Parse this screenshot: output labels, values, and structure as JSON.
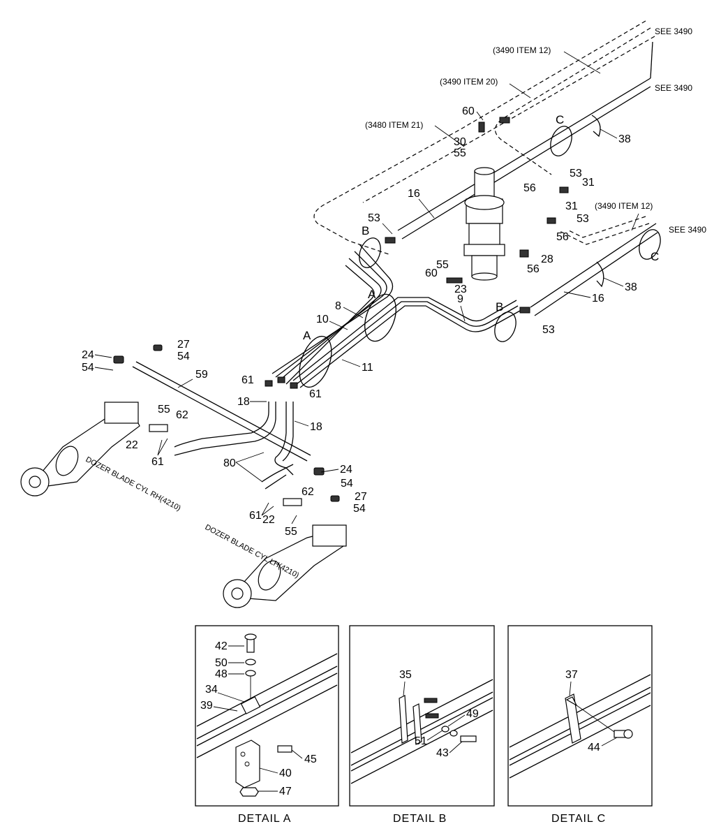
{
  "references": {
    "see_1": "SEE 3490",
    "see_2": "SEE 3490",
    "see_3": "SEE 3490",
    "item_12_top": "(3490 ITEM 12)",
    "item_20": "(3490 ITEM 20)",
    "item_21": "(3480 ITEM 21)",
    "item_12_right": "(3490 ITEM 12)"
  },
  "section_markers": {
    "A1": "A",
    "A2": "A",
    "B1": "B",
    "B2": "B",
    "C1": "C",
    "C2": "C"
  },
  "components": {
    "dozer_rh": "DOZER BLADE CYL RH(4210)",
    "dozer_lh": "DOZER BLADE CYL LH(4210)"
  },
  "callouts": {
    "c60a": "60",
    "c30": "30",
    "c55a": "55",
    "c38a": "38",
    "c53a": "53",
    "c31a": "31",
    "c56a": "56",
    "c16a": "16",
    "c53b": "53",
    "c31b": "31",
    "c53c": "53",
    "c56b": "56",
    "c28": "28",
    "c56c": "56",
    "c55b": "55",
    "c60b": "60",
    "c23": "23",
    "c38b": "38",
    "c16b": "16",
    "c8": "8",
    "c10": "10",
    "c9": "9",
    "c53d": "53",
    "c11": "11",
    "c24a": "24",
    "c27a": "27",
    "c54a": "54",
    "c54b": "54",
    "c59": "59",
    "c61a": "61",
    "c61b": "61",
    "c18a": "18",
    "c18b": "18",
    "c55c": "55",
    "c62a": "62",
    "c22a": "22",
    "c61c": "61",
    "c80": "80",
    "c24b": "24",
    "c54c": "54",
    "c62b": "62",
    "c27b": "27",
    "c54d": "54",
    "c61d": "61",
    "c22b": "22",
    "c55d": "55"
  },
  "details": [
    {
      "caption": "DETAIL  A",
      "callouts": {
        "c42": "42",
        "c50": "50",
        "c48": "48",
        "c34": "34",
        "c39": "39",
        "c45": "45",
        "c40": "40",
        "c47": "47"
      }
    },
    {
      "caption": "DETAIL  B",
      "callouts": {
        "c35": "35",
        "c49": "49",
        "c51": "51",
        "c43": "43"
      }
    },
    {
      "caption": "DETAIL  C",
      "callouts": {
        "c37": "37",
        "c44": "44"
      }
    }
  ]
}
